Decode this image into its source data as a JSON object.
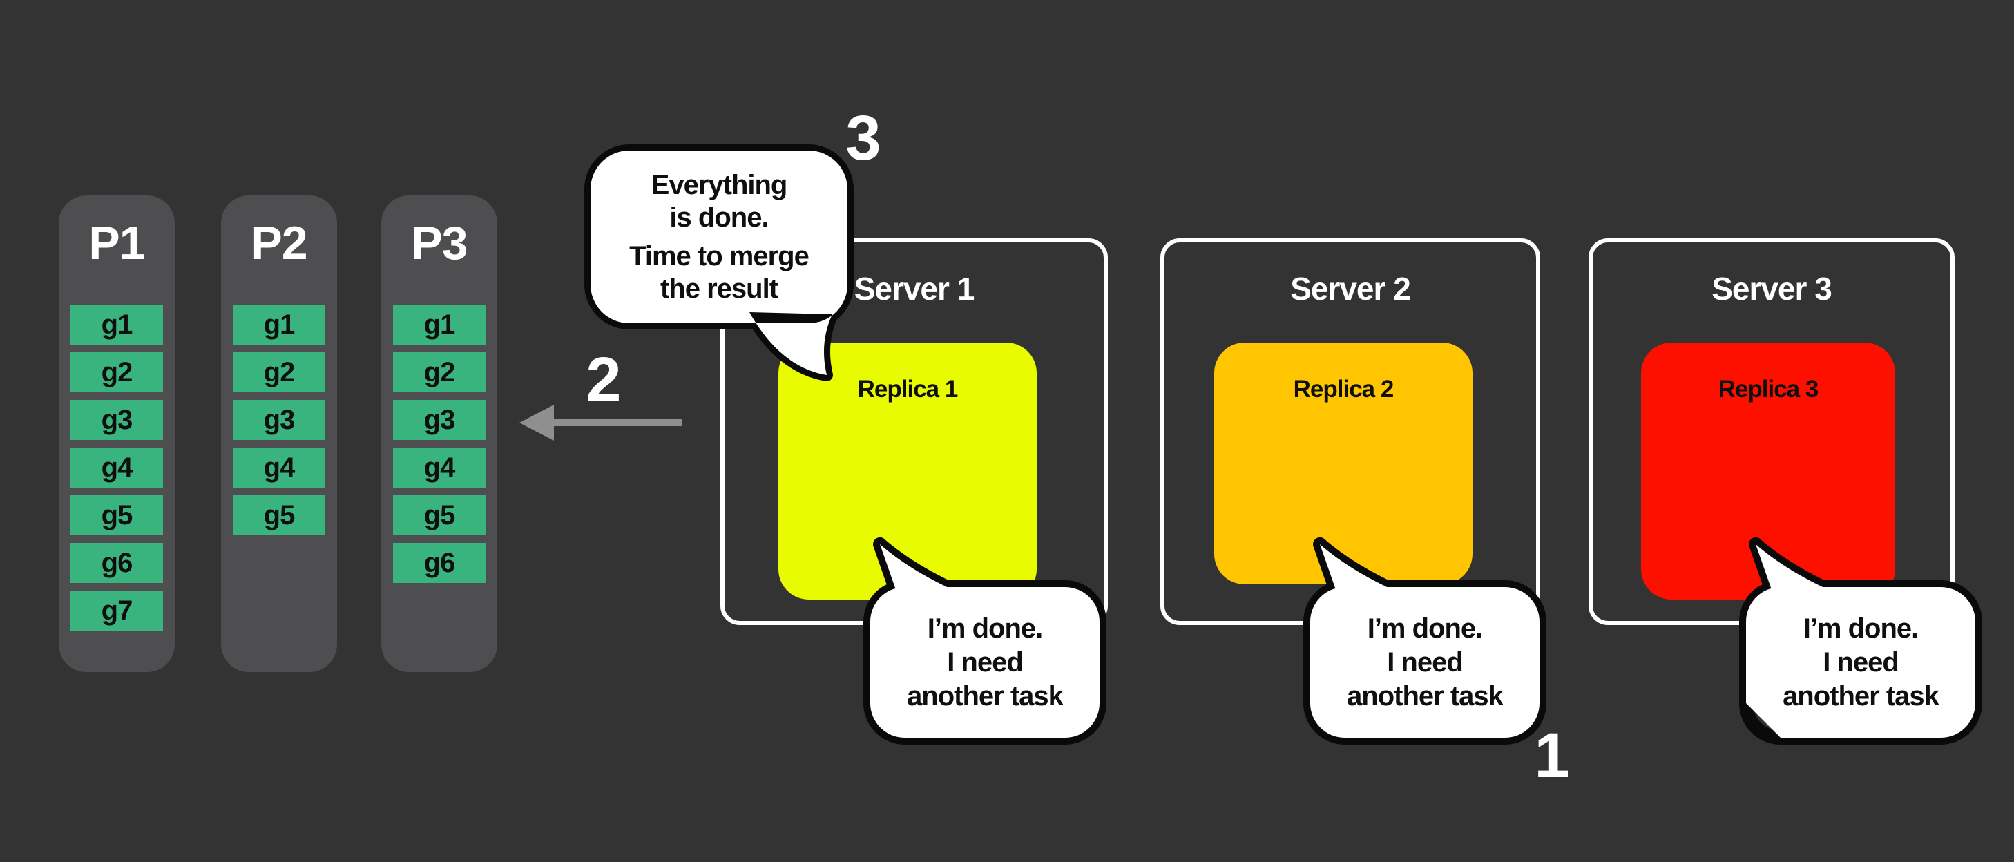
{
  "colors": {
    "bg": "#333333",
    "panel": "#4e4e50",
    "chip": "#3ab47e",
    "replica1": "#e8fb00",
    "replica2": "#fec500",
    "replica3": "#fe1000",
    "arrow": "#8f8f8f",
    "bubble_fill": "#ffffff",
    "bubble_border": "#0a0a0a",
    "server_border": "#ffffff",
    "text_light": "#ffffff",
    "text_dark": "#0f0f0f"
  },
  "partitions": {
    "columns": [
      {
        "label": "P1",
        "groups": [
          "g1",
          "g2",
          "g3",
          "g4",
          "g5",
          "g6",
          "g7"
        ]
      },
      {
        "label": "P2",
        "groups": [
          "g1",
          "g2",
          "g3",
          "g4",
          "g5"
        ]
      },
      {
        "label": "P3",
        "groups": [
          "g1",
          "g2",
          "g3",
          "g4",
          "g5",
          "g6"
        ]
      }
    ]
  },
  "servers": [
    {
      "label": "Server 1",
      "replica_label": "Replica 1"
    },
    {
      "label": "Server 2",
      "replica_label": "Replica 2"
    },
    {
      "label": "Server 3",
      "replica_label": "Replica 3"
    }
  ],
  "merge_bubble": {
    "lines": [
      "Everything",
      "is done.",
      "Time to merge",
      "the result"
    ]
  },
  "done_bubble": {
    "lines": [
      "I’m done.",
      "I need",
      "another task"
    ]
  },
  "steps": {
    "step1": "1",
    "step2": "2",
    "step3": "3"
  }
}
